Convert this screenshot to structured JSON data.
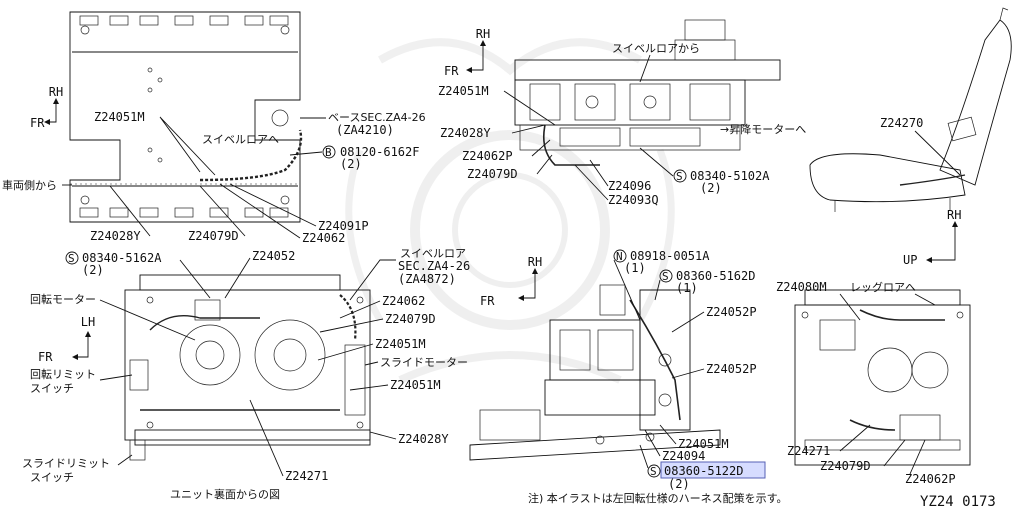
{
  "colors": {
    "ink": "#111111",
    "highlight": "#cfd6ff",
    "highlight_border": "#3a46a8",
    "watermark": "#e6e6e6"
  },
  "dir": {
    "rh": "RH",
    "fr": "FR",
    "lh": "LH",
    "up": "UP"
  },
  "top_left": {
    "z24051m": "Z24051M",
    "base_sec": "ベースSEC.ZA4-26",
    "base_sec2": "(ZA4210)",
    "swivel_lower": "スイベルロアへ",
    "b_circle": "B",
    "b_part": "08120-6162F",
    "b_qty": "(2)",
    "vehicle_side": "車両側から",
    "z24091p": "Z24091P",
    "z24028y": "Z24028Y",
    "z24079d": "Z24079D",
    "z24062": "Z24062"
  },
  "top_mid": {
    "swivel_from": "スイベルロアから",
    "z24051m": "Z24051M",
    "z24028y": "Z24028Y",
    "z24062p": "Z24062P",
    "z24079d": "Z24079D",
    "lift_motor": "→昇降モーターへ",
    "s_circle": "S",
    "s_part": "08340-5102A",
    "s_qty": "(2)",
    "z24096": "Z24096",
    "z24093q": "Z24093Q"
  },
  "top_right": {
    "z24270": "Z24270"
  },
  "bot_left": {
    "s_circle": "S",
    "s_part": "08340-5162A",
    "s_qty": "(2)",
    "z24052": "Z24052",
    "swivel_lower": "スイベルロア",
    "swivel_sec": "SEC.ZA4-26",
    "swivel_sec2": "(ZA4872)",
    "rot_motor": "回転モーター",
    "z24062": "Z24062",
    "z24079d": "Z24079D",
    "z24051m_a": "Z24051M",
    "slide_motor": "スライドモーター",
    "rot_limit": "回転リミット",
    "rot_limit2": "スイッチ",
    "z24051m_b": "Z24051M",
    "z24028y": "Z24028Y",
    "slide_limit": "スライドリミット",
    "slide_limit2": "スイッチ",
    "z24271": "Z24271",
    "caption": "ユニット裏面からの図"
  },
  "bot_mid": {
    "n_circle": "N",
    "n_part": "08918-0051A",
    "n_qty": "(1)",
    "s_circle": "S",
    "s_part1": "08360-5162D",
    "s_qty1": "(1)",
    "z24052p_a": "Z24052P",
    "z24052p_b": "Z24052P",
    "z24051m": "Z24051M",
    "z24094": "Z24094",
    "s2_circle": "S",
    "s_part2": "08360-5122D",
    "s_qty2": "(2)"
  },
  "bot_right": {
    "z24080m": "Z24080M",
    "leg_lower": "レッグロアへ",
    "z24271": "Z24271",
    "z24079d": "Z24079D",
    "z24062p": "Z24062P"
  },
  "note": "注) 本イラストは左回転仕様のハーネス配策を示す。",
  "code": "YZ24 0173"
}
